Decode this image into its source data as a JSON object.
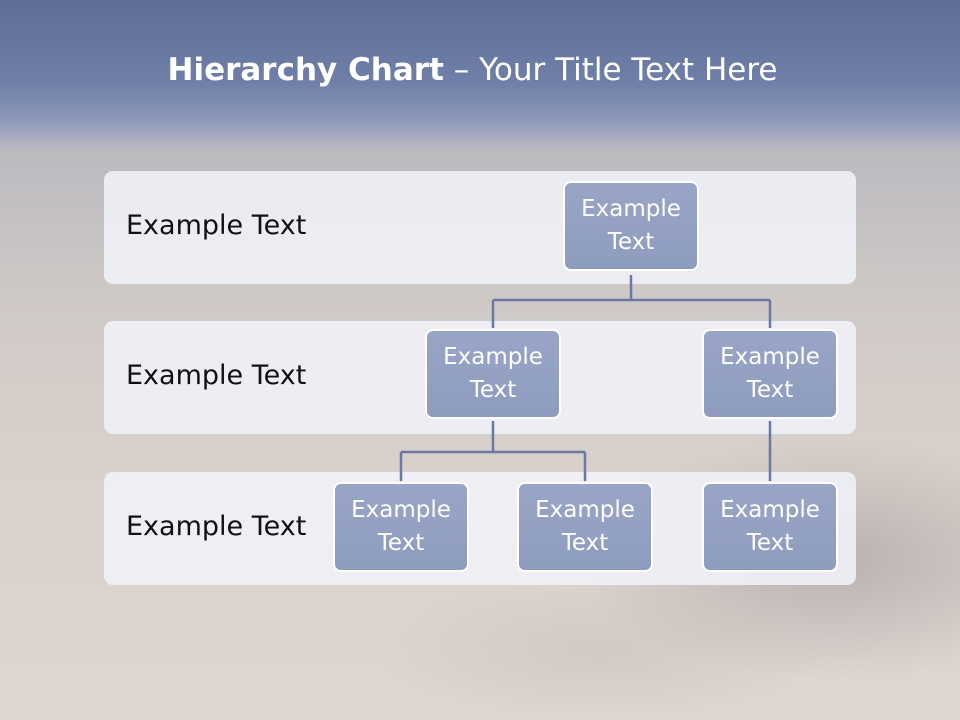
{
  "slide": {
    "title_bold": "Hierarchy Chart",
    "title_rest": " – Your Title Text Here"
  },
  "levels": [
    {
      "label": "Example Text"
    },
    {
      "label": "Example Text"
    },
    {
      "label": "Example Text"
    }
  ],
  "nodes": [
    {
      "id": "root",
      "text": "Example Text"
    },
    {
      "id": "mid-left",
      "text": "Example Text"
    },
    {
      "id": "mid-right",
      "text": "Example Text"
    },
    {
      "id": "leaf-1",
      "text": "Example Text"
    },
    {
      "id": "leaf-2",
      "text": "Example Text"
    },
    {
      "id": "leaf-3",
      "text": "Example Text"
    }
  ],
  "colors": {
    "title_band": "#6f7fa8",
    "node_fill": "#8e9cbf",
    "node_border": "#ffffff",
    "connector": "#6b78a3",
    "level_band": "#eff1f7"
  }
}
